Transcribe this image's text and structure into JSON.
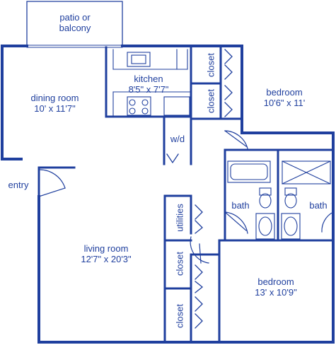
{
  "plan": {
    "line_color": "#1f3f9e",
    "rooms": {
      "patio": {
        "name": "patio or",
        "name2": "balcony"
      },
      "dining": {
        "name": "dining room",
        "dim": "10' x 11'7\""
      },
      "kitchen": {
        "name": "kitchen",
        "dim": "8'5\" x 7'7\""
      },
      "bedroom1": {
        "name": "bedroom",
        "dim": "10'6\" x 11'"
      },
      "wd": {
        "name": "w/d"
      },
      "entry": {
        "name": "entry"
      },
      "bath1": {
        "name": "bath"
      },
      "bath2": {
        "name": "bath"
      },
      "living": {
        "name": "living room",
        "dim": "12'7\" x 20'3\""
      },
      "bedroom2": {
        "name": "bedroom",
        "dim": "13' x 10'9\""
      },
      "closet1": {
        "name": "closet"
      },
      "closet2": {
        "name": "closet"
      },
      "closet3": {
        "name": "closet"
      },
      "closet4": {
        "name": "closet"
      },
      "utilities": {
        "name": "utilities"
      }
    }
  }
}
